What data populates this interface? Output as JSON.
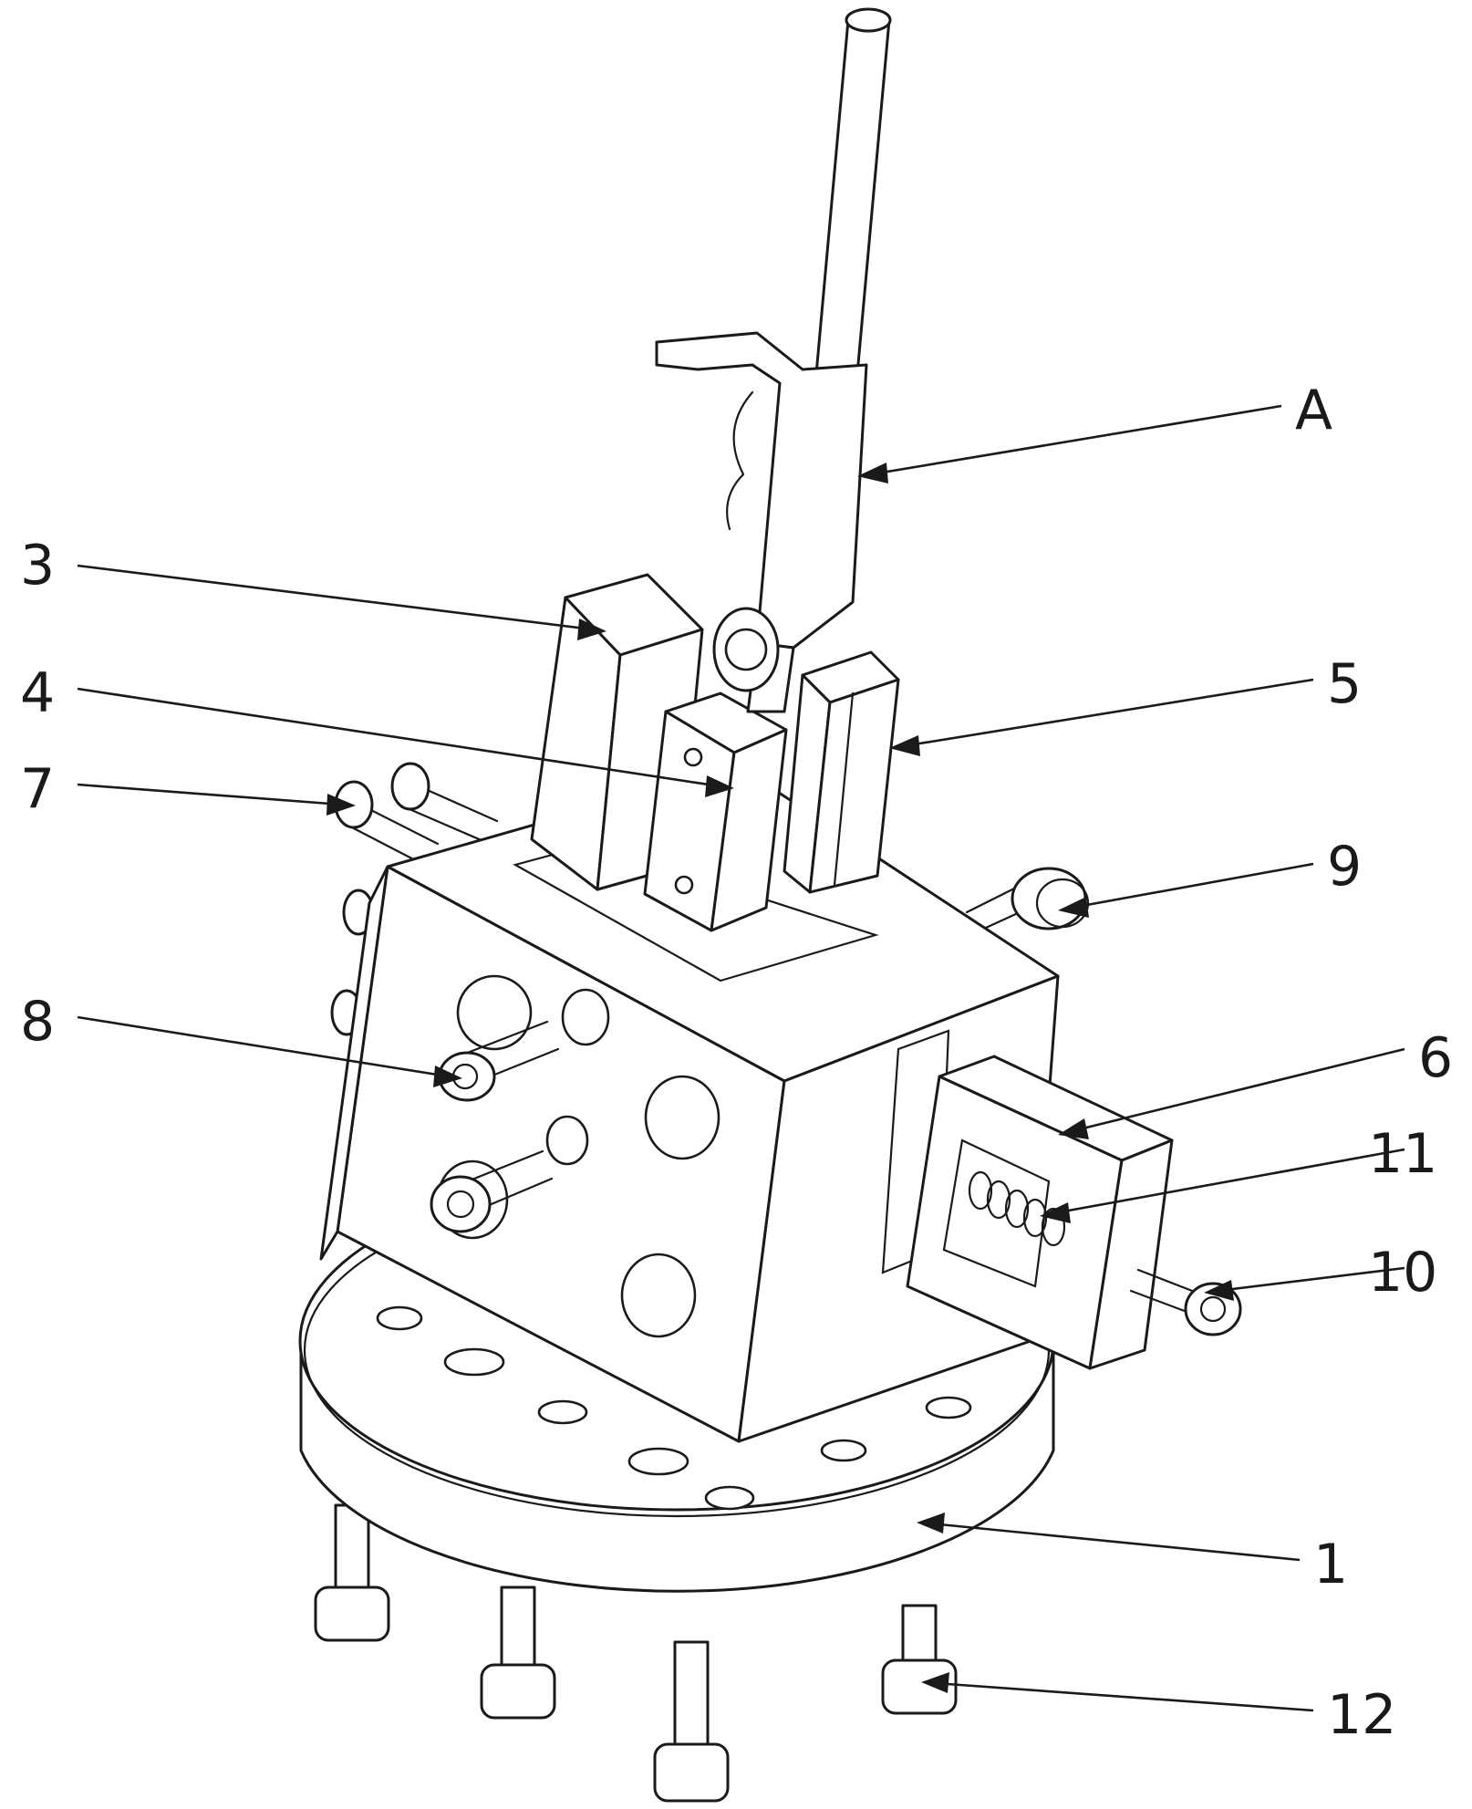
{
  "callouts": [
    {
      "id": "A",
      "label": "A"
    },
    {
      "id": "c3",
      "label": "3"
    },
    {
      "id": "c4",
      "label": "4"
    },
    {
      "id": "c5",
      "label": "5"
    },
    {
      "id": "c7",
      "label": "7"
    },
    {
      "id": "c9",
      "label": "9"
    },
    {
      "id": "c8",
      "label": "8"
    },
    {
      "id": "c6",
      "label": "6"
    },
    {
      "id": "c11",
      "label": "11"
    },
    {
      "id": "c10",
      "label": "10"
    },
    {
      "id": "c1",
      "label": "1"
    },
    {
      "id": "c12",
      "label": "12"
    }
  ],
  "colors": {
    "ink": "#1a1a1a",
    "paper": "#ffffff"
  }
}
